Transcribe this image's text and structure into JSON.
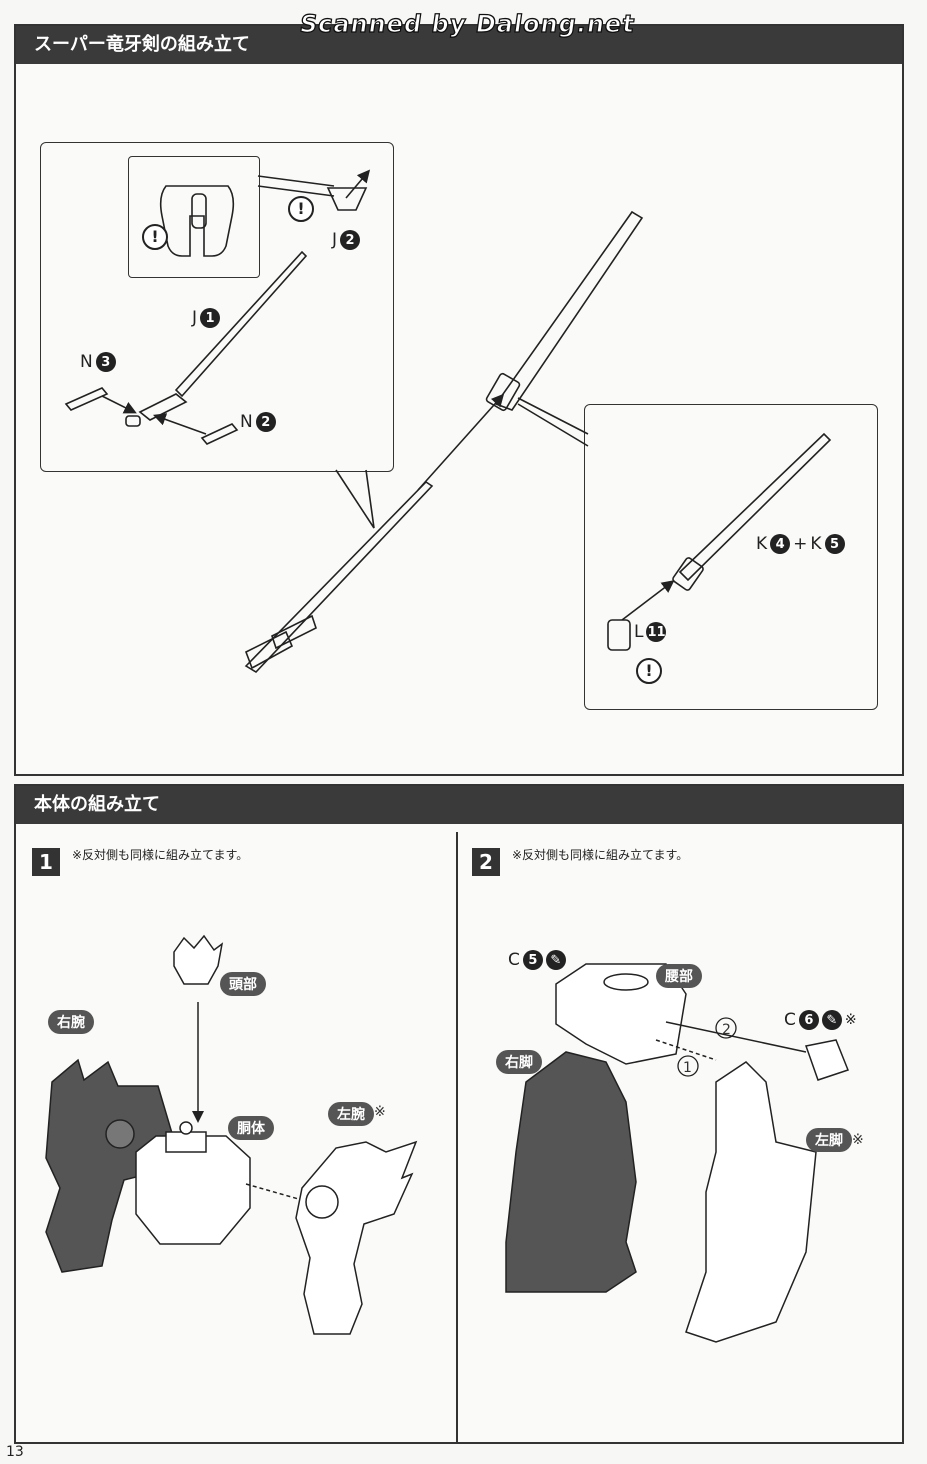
{
  "watermark": "Scanned by Dalong.net",
  "sword_section": {
    "title": "スーパー竜牙剣の組み立て",
    "labels": {
      "j2": "J",
      "j2_num": "2",
      "j1": "J",
      "j1_num": "1",
      "n3": "N",
      "n3_num": "3",
      "n2": "N",
      "n2_num": "2",
      "k4": "K",
      "k4_num": "4",
      "plus": "+",
      "k5": "K",
      "k5_num": "5",
      "l11": "L",
      "l11_num": "11"
    },
    "warning_symbol": "!"
  },
  "body_section": {
    "title": "本体の組み立て",
    "step1": {
      "number": "1",
      "note": "※反対側も同様に組み立てます。",
      "parts": {
        "head": "頭部",
        "right_arm": "右腕",
        "torso": "胴体",
        "left_arm": "左腕"
      },
      "asterisk": "※"
    },
    "step2": {
      "number": "2",
      "note": "※反対側も同様に組み立てます。",
      "parts": {
        "waist": "腰部",
        "right_leg": "右脚",
        "left_leg": "左脚"
      },
      "c5": "C",
      "c5_num": "5",
      "c6": "C",
      "c6_num": "6",
      "order1": "1",
      "order2": "2",
      "asterisk": "※"
    }
  },
  "page_number": "13"
}
